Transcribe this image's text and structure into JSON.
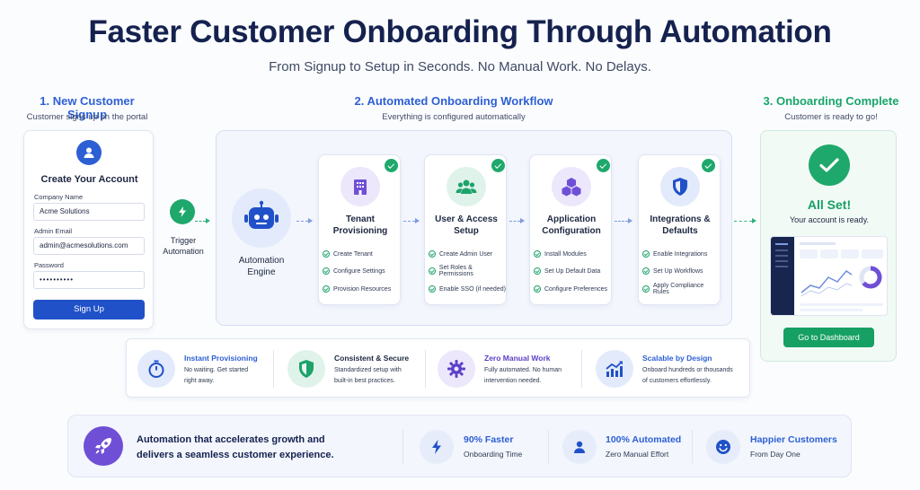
{
  "header": {
    "title": "Faster Customer Onboarding Through Automation",
    "subtitle": "From Signup to Setup in Seconds. No Manual Work. No Delays."
  },
  "stage1": {
    "heading": "1. New Customer Signup",
    "subheading": "Customer signs up on the portal",
    "form": {
      "title": "Create Your Account",
      "company_label": "Company Name",
      "company_value": "Acme Solutions",
      "email_label": "Admin Email",
      "email_value": "admin@acmesolutions.com",
      "password_label": "Password",
      "password_value": "••••••••••",
      "submit": "Sign Up"
    }
  },
  "trigger": {
    "line1": "Trigger",
    "line2": "Automation"
  },
  "stage2": {
    "heading": "2. Automated Onboarding Workflow",
    "subheading": "Everything is configured automatically",
    "engine": {
      "line1": "Automation",
      "line2": "Engine"
    },
    "steps": [
      {
        "title1": "Tenant",
        "title2": "Provisioning",
        "items": [
          "Create Tenant",
          "Configure Settings",
          "Provision Resources"
        ]
      },
      {
        "title1": "User & Access",
        "title2": "Setup",
        "items": [
          "Create Admin User",
          "Set Roles & Permissions",
          "Enable SSO (if needed)"
        ]
      },
      {
        "title1": "Application",
        "title2": "Configuration",
        "items": [
          "Install Modules",
          "Set Up Default Data",
          "Configure Preferences"
        ]
      },
      {
        "title1": "Integrations &",
        "title2": "Defaults",
        "items": [
          "Enable Integrations",
          "Set Up Workflows",
          "Apply Compliance Rules"
        ]
      }
    ]
  },
  "stage3": {
    "heading": "3. Onboarding Complete",
    "subheading": "Customer is ready to go!",
    "status": "All Set!",
    "status_sub": "Your account is ready.",
    "button": "Go to Dashboard"
  },
  "features": [
    {
      "title": "Instant Provisioning",
      "line1": "No waiting. Get started",
      "line2": "right away.",
      "color": "#2d5fd4"
    },
    {
      "title": "Consistent & Secure",
      "line1": "Standardized setup with",
      "line2": "built-in best practices.",
      "color": "#1d2740"
    },
    {
      "title": "Zero Manual Work",
      "line1": "Fully automated. No human",
      "line2": "intervention needed.",
      "color": "#5b3fc8"
    },
    {
      "title": "Scalable by Design",
      "line1": "Onboard hundreds or thousands",
      "line2": "of customers effortlessly.",
      "color": "#2d5fd4"
    }
  ],
  "footer": {
    "line1": "Automation that accelerates growth and",
    "line2": "delivers a seamless customer experience.",
    "stats": [
      {
        "title": "90% Faster",
        "sub": "Onboarding Time"
      },
      {
        "title": "100% Automated",
        "sub": "Zero Manual Effort"
      },
      {
        "title": "Happier Customers",
        "sub": "From Day One"
      }
    ]
  },
  "colors": {
    "primary": "#2151c9",
    "success": "#17a063",
    "purple": "#6f4fd6",
    "navy": "#15224f"
  }
}
